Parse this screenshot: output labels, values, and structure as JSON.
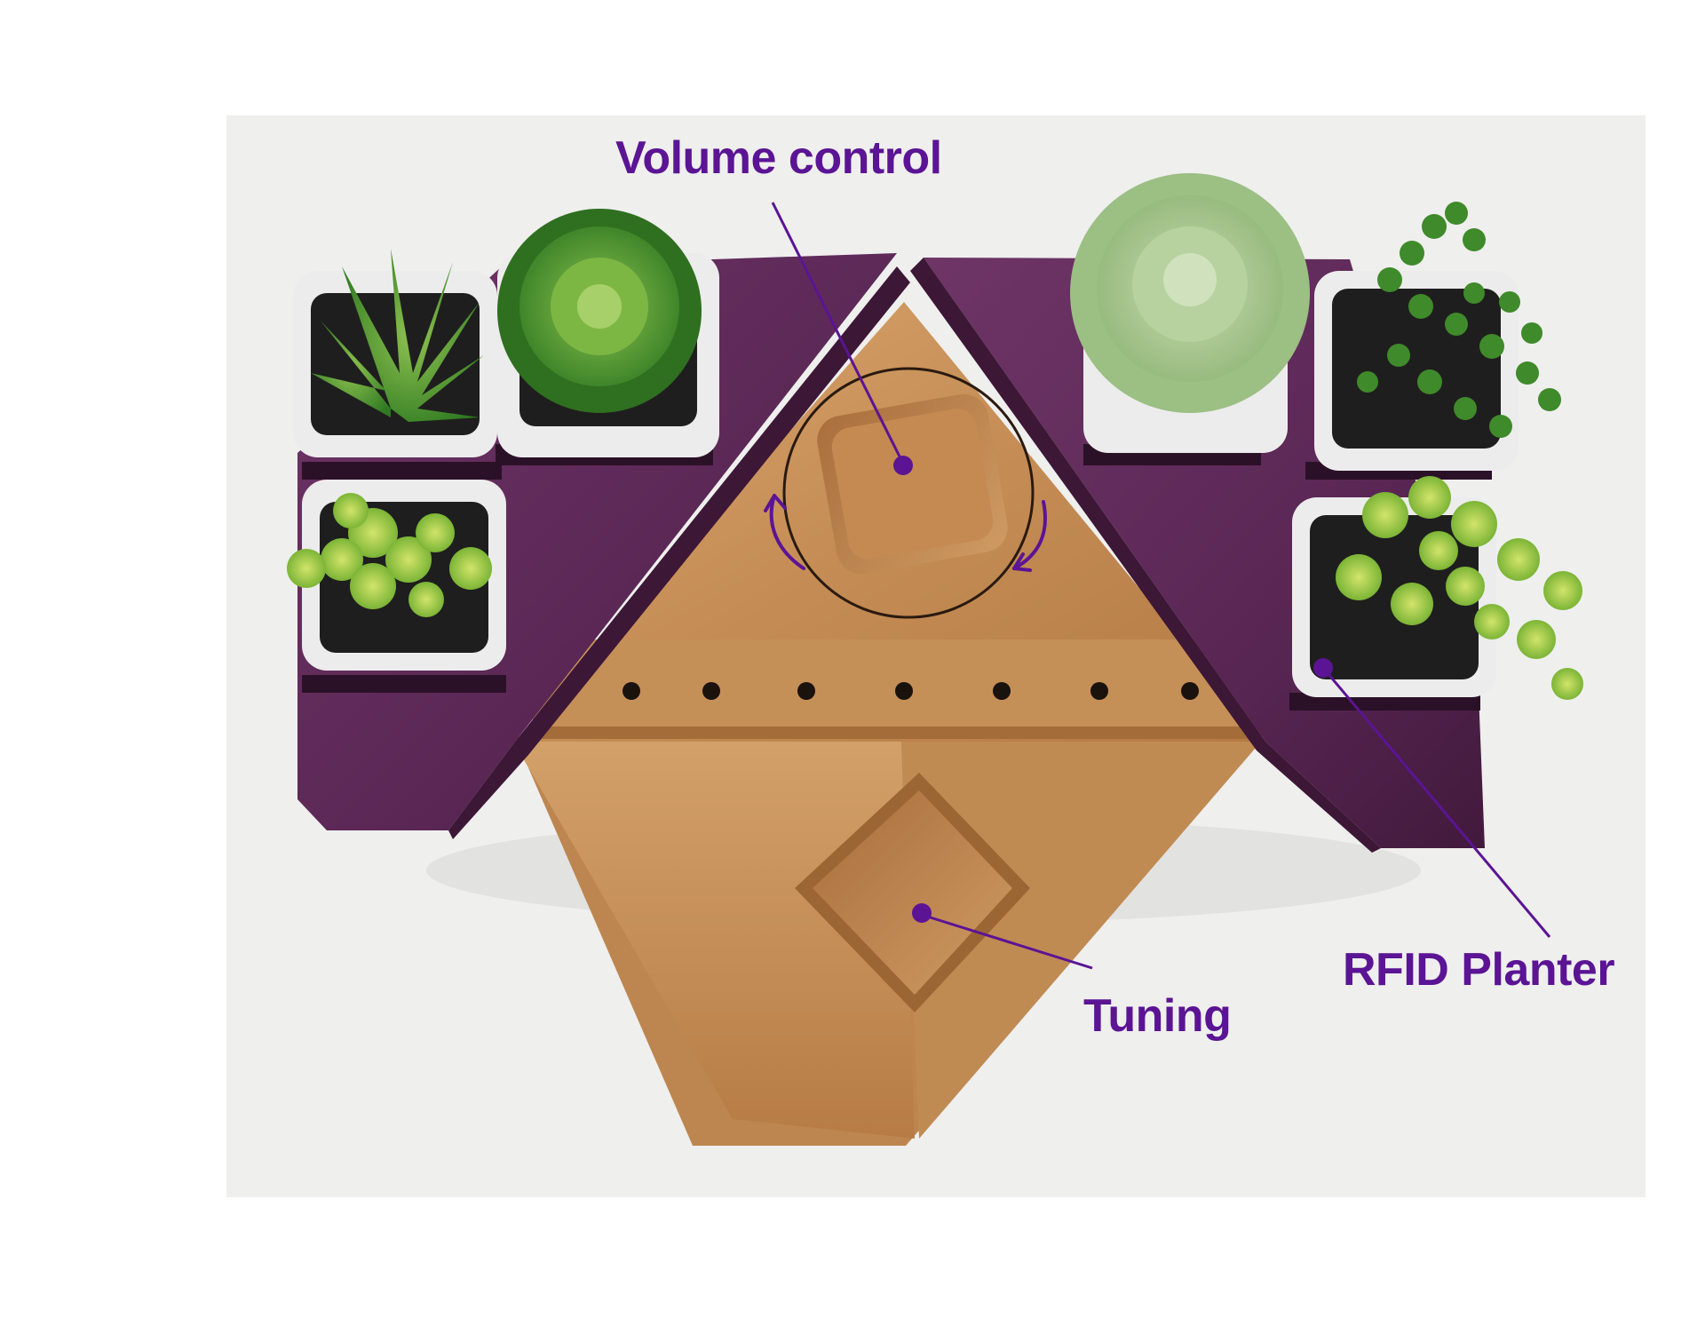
{
  "annotations": {
    "volume_control": "Volume control",
    "tuning": "Tuning",
    "rfid_planter": "RFID Planter"
  },
  "colors": {
    "annotation": "#5b1494",
    "background": "#efefee",
    "purple_wood": "#5d2a56",
    "light_wood": "#c8945c",
    "pot": "#ececec",
    "soil": "#1c1b1b",
    "succulent_dark": "#3f8a2a",
    "succulent_light": "#a9c58b"
  },
  "icons": [
    "rotate-ccw-arrow-icon",
    "rotate-cw-arrow-icon"
  ]
}
